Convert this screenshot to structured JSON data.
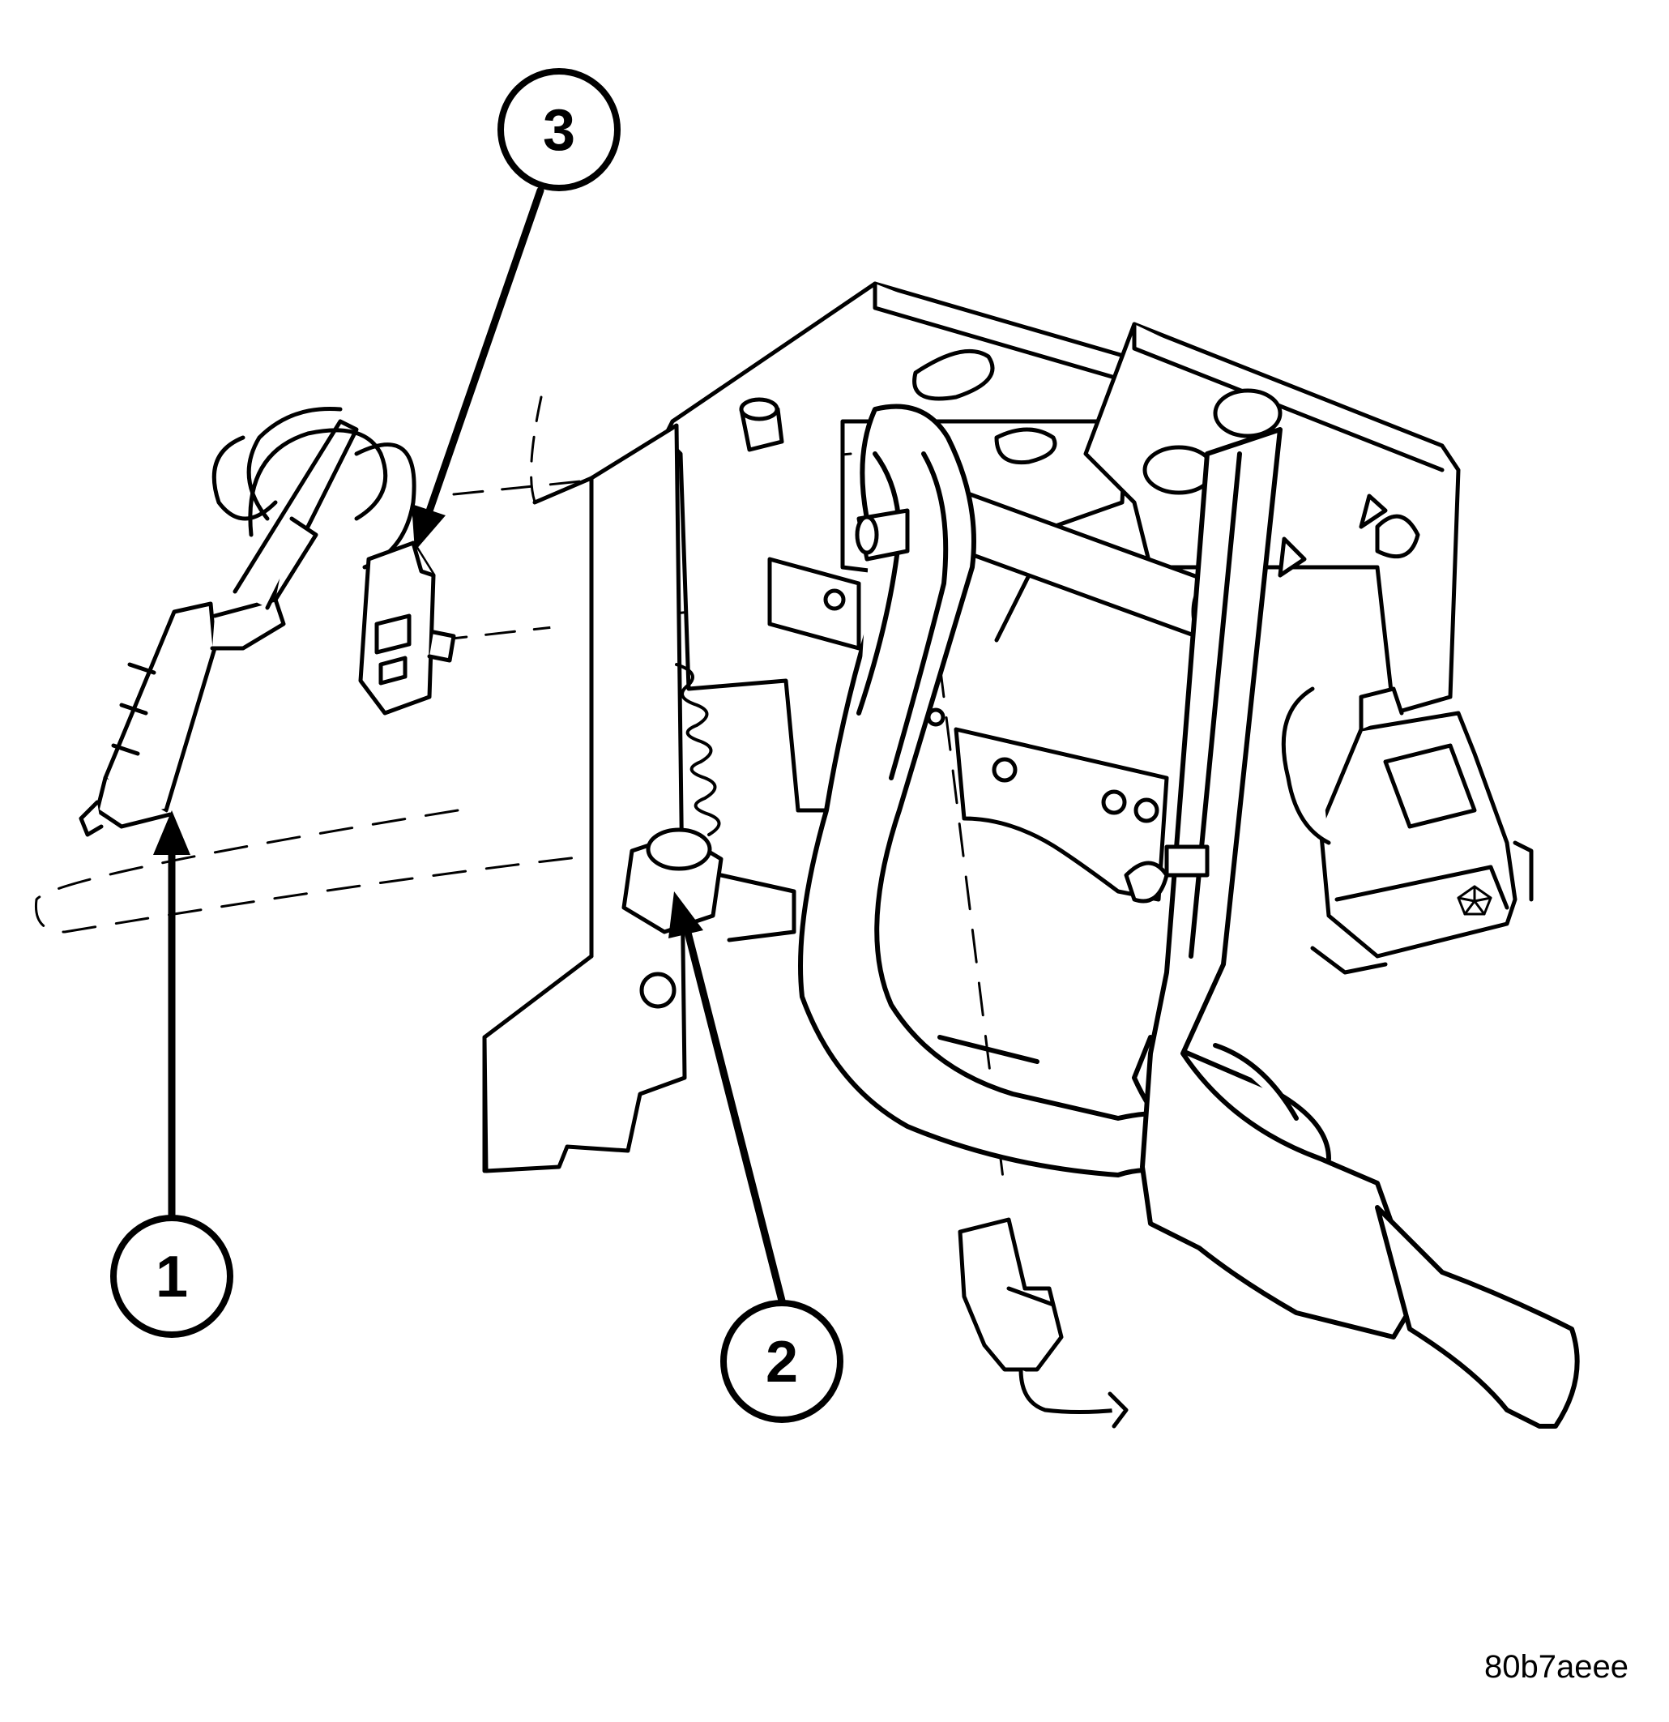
{
  "figure_id": "80b7aeee",
  "callouts": [
    {
      "number": "1"
    },
    {
      "number": "2"
    },
    {
      "number": "3"
    }
  ],
  "colors": {
    "line": "#000000",
    "background": "#ffffff"
  },
  "emblem": "chrysler-pentastar-icon"
}
